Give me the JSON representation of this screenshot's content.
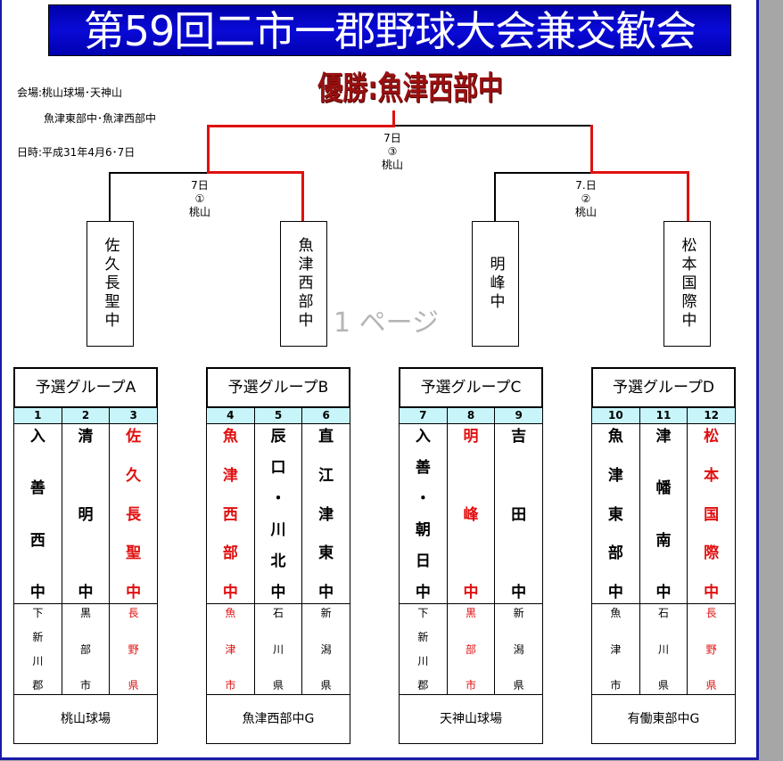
{
  "title": "第59回二市一郡野球大会兼交歓会",
  "winner": "優勝:魚津西部中",
  "info": {
    "venue_line1": "会場:桃山球場･天神山",
    "venue_line2": "魚津東部中･魚津西部中",
    "dates": "日時:平成31年4月6･7日"
  },
  "matches": {
    "final": {
      "date": "7日",
      "number": "③",
      "place": "桃山"
    },
    "semi1": {
      "date": "7日",
      "number": "①",
      "place": "桃山"
    },
    "semi2": {
      "date": "7.日",
      "number": "②",
      "place": "桃山"
    }
  },
  "semifinalists": [
    "佐久長聖中",
    "魚津西部中",
    "明峰中",
    "松本国際中"
  ],
  "watermark": "1 ページ",
  "colors": {
    "banner": "#0000b0",
    "winner_text": "#9a1010",
    "advance_line": "#e01010",
    "number_row": "#c8f5fa"
  },
  "groups": [
    {
      "label": "予選グループA",
      "venue": "桃山球場",
      "teams": [
        {
          "no": "1",
          "name": [
            "入",
            "善",
            "西",
            "中"
          ],
          "region": [
            "下",
            "新",
            "川",
            "郡"
          ],
          "advanced": false
        },
        {
          "no": "2",
          "name": [
            "清",
            "明",
            "中"
          ],
          "region": [
            "黒",
            "部",
            "市"
          ],
          "advanced": false
        },
        {
          "no": "3",
          "name": [
            "佐",
            "久",
            "長",
            "聖",
            "中"
          ],
          "region": [
            "長",
            "野",
            "県"
          ],
          "advanced": true
        }
      ]
    },
    {
      "label": "予選グループB",
      "venue": "魚津西部中G",
      "teams": [
        {
          "no": "4",
          "name": [
            "魚",
            "津",
            "西",
            "部",
            "中"
          ],
          "region": [
            "魚",
            "津",
            "市"
          ],
          "advanced": true
        },
        {
          "no": "5",
          "name": [
            "辰",
            "口",
            "・",
            "川",
            "北",
            "中"
          ],
          "region": [
            "石",
            "川",
            "県"
          ],
          "advanced": false
        },
        {
          "no": "6",
          "name": [
            "直",
            "江",
            "津",
            "東",
            "中"
          ],
          "region": [
            "新",
            "潟",
            "県"
          ],
          "advanced": false
        }
      ]
    },
    {
      "label": "予選グループC",
      "venue": "天神山球場",
      "teams": [
        {
          "no": "7",
          "name": [
            "入",
            "善",
            "・",
            "朝",
            "日",
            "中"
          ],
          "region": [
            "下",
            "新",
            "川",
            "郡"
          ],
          "advanced": false
        },
        {
          "no": "8",
          "name": [
            "明",
            "峰",
            "中"
          ],
          "region": [
            "黒",
            "部",
            "市"
          ],
          "advanced": true
        },
        {
          "no": "9",
          "name": [
            "吉",
            "田",
            "中"
          ],
          "region": [
            "新",
            "潟",
            "県"
          ],
          "advanced": false
        }
      ]
    },
    {
      "label": "予選グループD",
      "venue": "有働東部中G",
      "teams": [
        {
          "no": "10",
          "name": [
            "魚",
            "津",
            "東",
            "部",
            "中"
          ],
          "region": [
            "魚",
            "津",
            "市"
          ],
          "advanced": false
        },
        {
          "no": "11",
          "name": [
            "津",
            "幡",
            "南",
            "中"
          ],
          "region": [
            "石",
            "川",
            "県"
          ],
          "advanced": false
        },
        {
          "no": "12",
          "name": [
            "松",
            "本",
            "国",
            "際",
            "中"
          ],
          "region": [
            "長",
            "野",
            "県"
          ],
          "advanced": true
        }
      ]
    }
  ]
}
